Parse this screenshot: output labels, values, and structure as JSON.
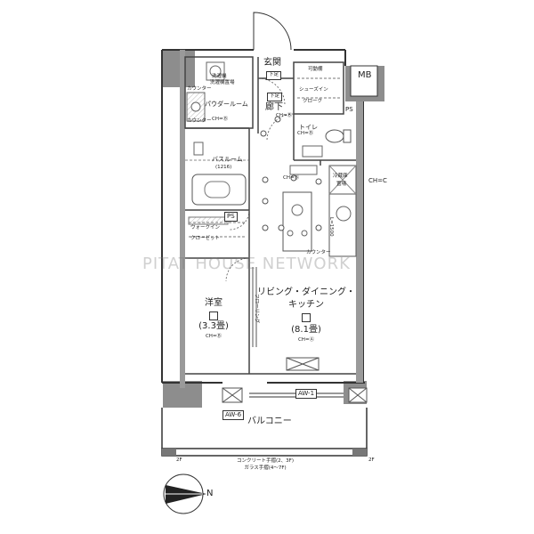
{
  "rooms": {
    "entrance": "玄関",
    "entrance_tag": "下足",
    "hallway": "廊下",
    "hallway_tag": "下足",
    "movable_shelf": "可動棚",
    "shoe_closet_1": "シューズイン",
    "shoe_closet_2": "クローク",
    "mb": "MB",
    "ps_top": "PS",
    "ps_mid": "PS",
    "powder_room": "パウダールーム",
    "washer_1": "洗濯機",
    "washer_2": "洗濯機置場",
    "counter_1": "カウンター",
    "counter_2": "カウンター",
    "counter_3": "カウンター",
    "toilet": "トイレ",
    "bathroom": "バスルーム",
    "bathroom_size": "(1216)",
    "walkin_1": "ウォークイン",
    "walkin_2": "クローゼット",
    "fridge_1": "冷蔵庫",
    "fridge_2": "置場",
    "ldk_1": "リビング・ダイニング・",
    "ldk_2": "キッチン",
    "ldk_size": "(8.1畳)",
    "ldk_ch": "CH=Ⓐ",
    "western_room": "洋室",
    "western_size": "(3.3畳)",
    "western_ch": "CH=Ⓑ",
    "balcony": "バルコニー",
    "aw1": "AW-1",
    "aw6": "AW-6",
    "ch_c": "CH=C",
    "ch_b1": "CH=Ⓑ",
    "ch_b2": "CH=Ⓑ",
    "ch_b3": "CH=Ⓑ",
    "ch_b4": "CH=Ⓑ",
    "flowing": "フローリング",
    "l1500": "L=1500",
    "floor_2f_left": "2F",
    "floor_2f_right": "2F",
    "note_1": "コンクリート手摺(2、3F)",
    "note_2": "ガラス手摺(4〜7F)",
    "north": "N"
  },
  "watermark": "PITAT HOUSE NETWORK"
}
